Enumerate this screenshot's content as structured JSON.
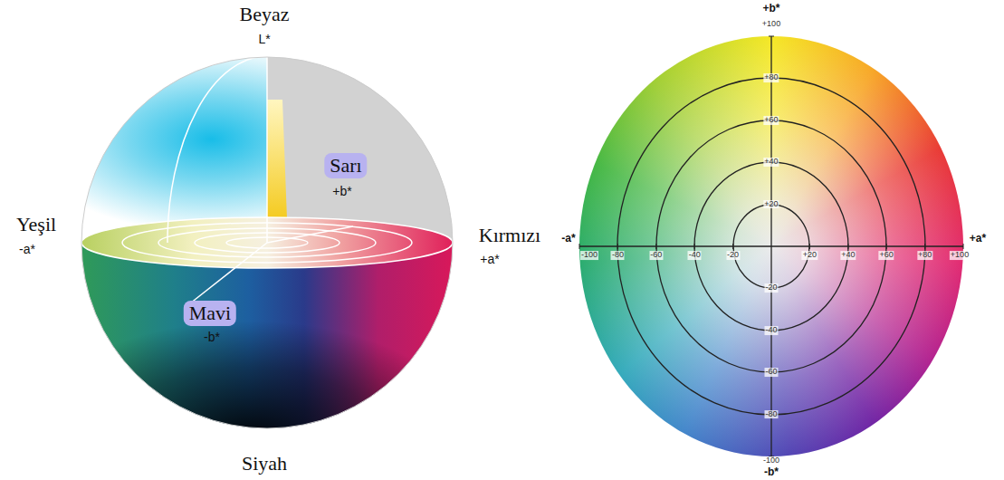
{
  "diagram": {
    "labels": [
      "Beyaz",
      "L*",
      "Sarı",
      "+b*",
      "Yeşil",
      "-a*",
      "Kırmızı",
      "+a*",
      "Mavi",
      "-b*",
      "Siyah",
      "+b*",
      "+100",
      "+80",
      "+60",
      "+40",
      "+20",
      "-20",
      "-40",
      "-60",
      "-80",
      "-100",
      "-b*",
      "-a*",
      "-100",
      "-80",
      "-60",
      "-40",
      "-20",
      "+20",
      "+40",
      "+60",
      "+80",
      "+100",
      "+a*"
    ]
  }
}
